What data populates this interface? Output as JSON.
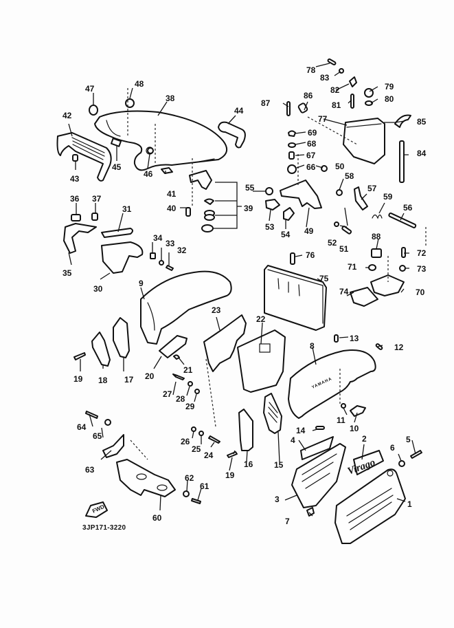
{
  "diagram": {
    "title": "Exploded parts diagram",
    "drawing_code": "3JP171-3220",
    "forward_indicator": "FWD",
    "brand_decal_text": "Virago",
    "cover_text": "YAMAHA",
    "part_labels": {
      "p1": "1",
      "p2": "2",
      "p3": "3",
      "p4": "4",
      "p5": "5",
      "p6": "6",
      "p7": "7",
      "p8": "8",
      "p9": "9",
      "p10": "10",
      "p11": "11",
      "p12": "12",
      "p13": "13",
      "p14": "14",
      "p15": "15",
      "p16": "16",
      "p17": "17",
      "p18": "18",
      "p19a": "19",
      "p19b": "19",
      "p20": "20",
      "p21": "21",
      "p22": "22",
      "p23": "23",
      "p24": "24",
      "p25": "25",
      "p26": "26",
      "p27": "27",
      "p28": "28",
      "p29": "29",
      "p30": "30",
      "p31": "31",
      "p32": "32",
      "p33": "33",
      "p34": "34",
      "p35": "35",
      "p36": "36",
      "p37": "37",
      "p38": "38",
      "p39": "39",
      "p40": "40",
      "p41": "41",
      "p42": "42",
      "p43": "43",
      "p44": "44",
      "p45": "45",
      "p46": "46",
      "p47": "47",
      "p48": "48",
      "p49": "49",
      "p50": "50",
      "p51": "51",
      "p52": "52",
      "p53": "53",
      "p54": "54",
      "p55": "55",
      "p56": "56",
      "p57": "57",
      "p58": "58",
      "p59": "59",
      "p60": "60",
      "p61": "61",
      "p62": "62",
      "p63": "63",
      "p64": "64",
      "p65": "65",
      "p66": "66",
      "p67": "67",
      "p68": "68",
      "p69": "69",
      "p70": "70",
      "p71": "71",
      "p72": "72",
      "p73": "73",
      "p74": "74",
      "p75": "75",
      "p76": "76",
      "p77": "77",
      "p78": "78",
      "p79": "79",
      "p80": "80",
      "p81": "81",
      "p82": "82",
      "p83": "83",
      "p84": "84",
      "p85": "85",
      "p86": "86",
      "p87": "87",
      "p88": "88"
    }
  }
}
